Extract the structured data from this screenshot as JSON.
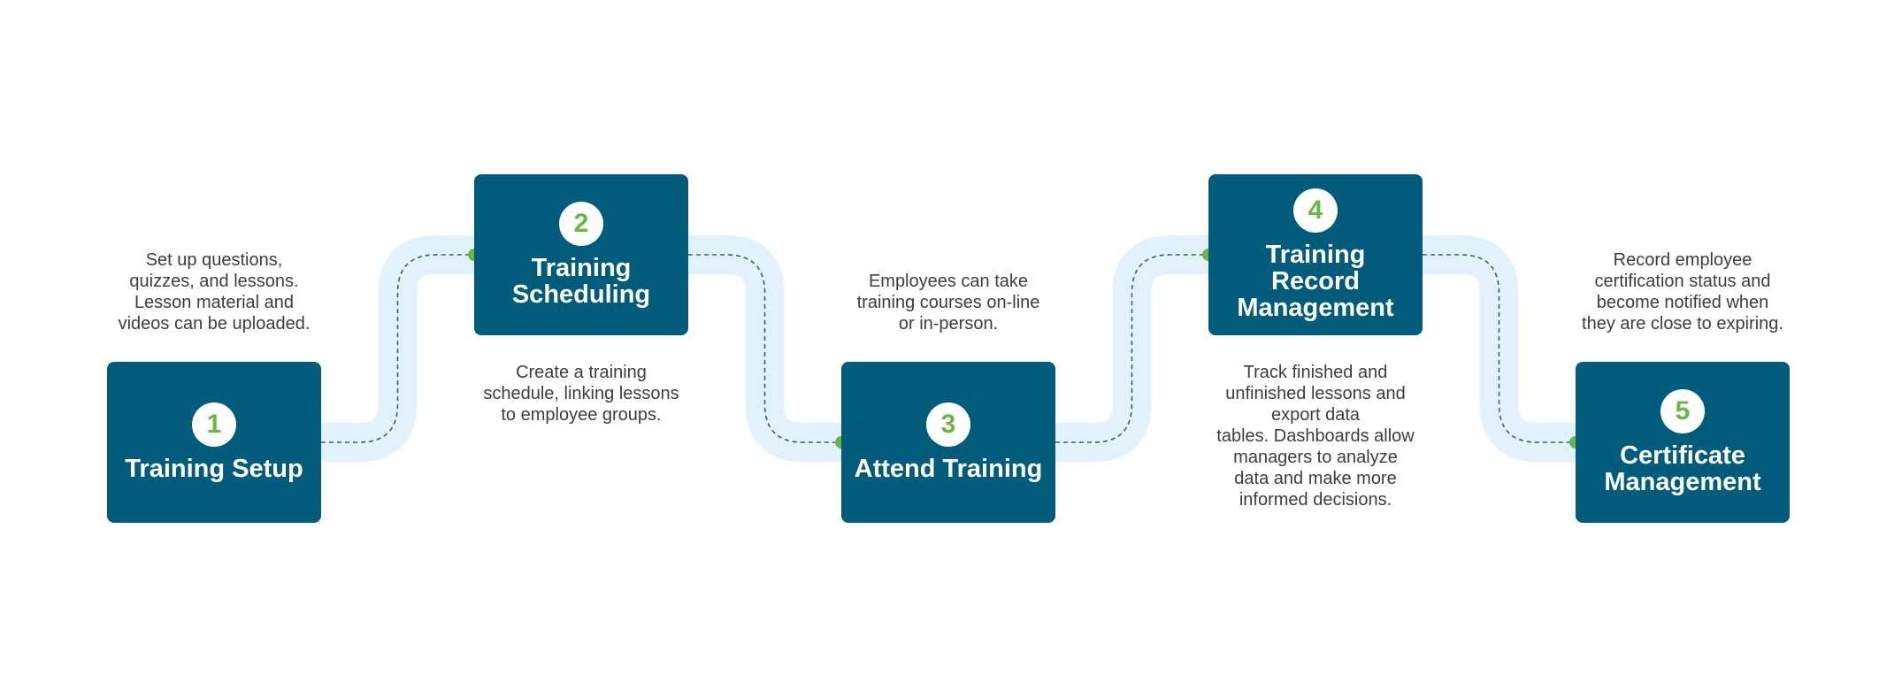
{
  "colors": {
    "box": "#005c7a",
    "badge_text": "#6ab646",
    "track": "#e3f1fc",
    "dash": "#2f6a5e",
    "dot": "#6ab646",
    "text": "#3d3d3d"
  },
  "steps": [
    {
      "number": "1",
      "title": "Training Setup",
      "description": "Set up questions,\nquizzes, and lessons.\nLesson material and\nvideos can be uploaded."
    },
    {
      "number": "2",
      "title": "Training\nScheduling",
      "description": "Create a training\nschedule, linking lessons\nto employee groups."
    },
    {
      "number": "3",
      "title": "Attend Training",
      "description": "Employees can take\ntraining courses on-line\nor in-person."
    },
    {
      "number": "4",
      "title": "Training\nRecord\nManagement",
      "description": "Track finished and\nunfinished lessons and\nexport data\ntables. Dashboards allow\nmanagers to analyze\ndata and make more\ninformed decisions."
    },
    {
      "number": "5",
      "title": "Certificate\nManagement",
      "description": "Record employee\ncertification status and\nbecome notified when\nthey are close to expiring."
    }
  ]
}
